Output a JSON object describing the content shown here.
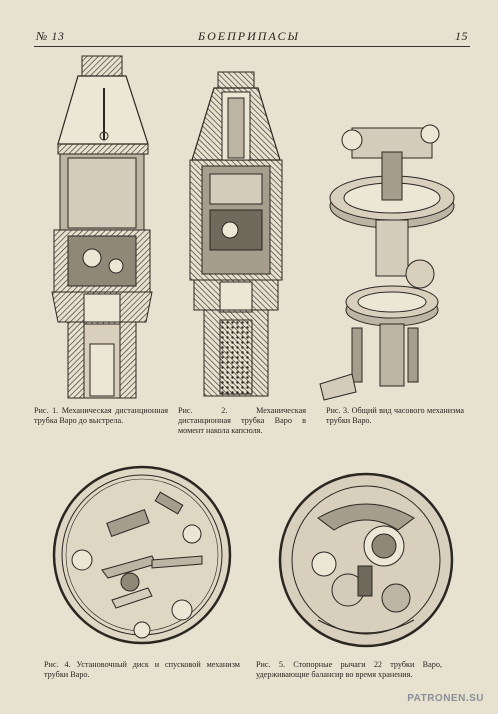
{
  "header": {
    "issue": "№ 13",
    "section": "БОЕПРИПАСЫ",
    "page_number": "15"
  },
  "captions": {
    "fig1": "Рис. 1. Механическая дистанционная трубка Варо до выстрела.",
    "fig2": "Рис. 2. Механическая дистанционная трубка Варо в момент накола капсюля.",
    "fig3": "Рис. 3. Общий вид часового механизма трубки Варо.",
    "fig4": "Рис. 4. Установочный диск и спусковой механизм трубки Варо.",
    "fig5": "Рис. 5. Стопорные рычаги 22 трубки Варо, удерживающие балансир во время хранения."
  },
  "watermark": "PATRONEN.SU",
  "colors": {
    "paper": "#e7e1cf",
    "ink": "#2a2622",
    "hatch": "#3a342e"
  }
}
